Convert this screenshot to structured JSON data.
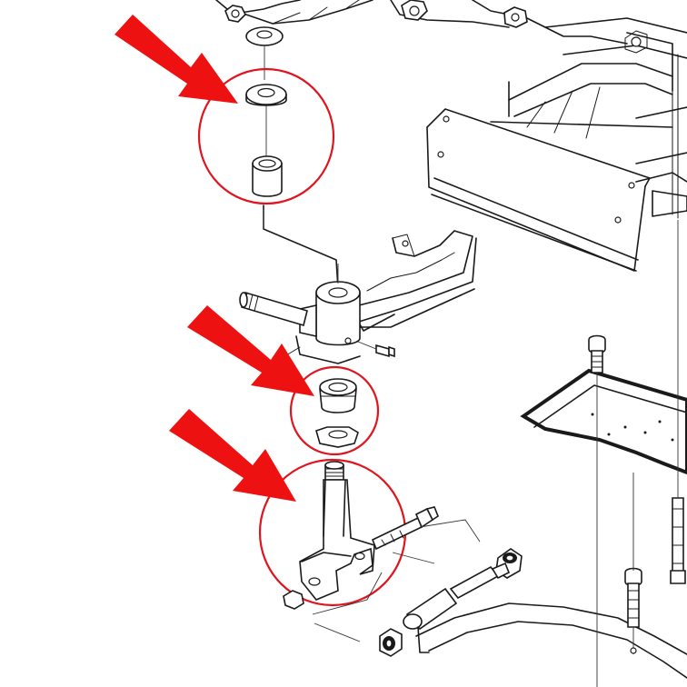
{
  "colors": {
    "highlight_circle": "#e0141e",
    "arrow": "#ee1111",
    "line_art": "#1a1a1a",
    "background": "#ffffff"
  },
  "callouts": [
    {
      "name": "upper-bushing-and-washer",
      "arrow": "arrow-upper"
    },
    {
      "name": "lower-bushing-and-washer",
      "arrow": "arrow-middle"
    },
    {
      "name": "spindle",
      "arrow": "arrow-lower"
    }
  ]
}
